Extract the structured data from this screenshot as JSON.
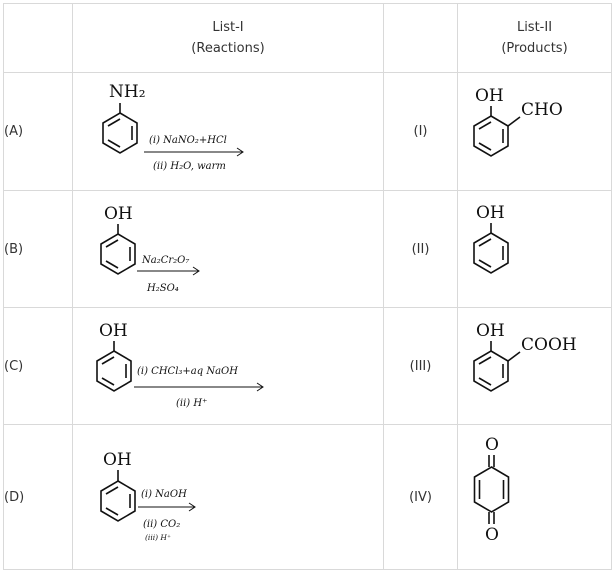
{
  "header": {
    "list1_title": "List-I",
    "list1_sub": "(Reactions)",
    "list2_title": "List-II",
    "list2_sub": "(Products)"
  },
  "rows": [
    {
      "label": "(A)",
      "reactant_group": "NH₂",
      "reagent_top": "(i) NaNO₂+HCl",
      "reagent_bottom": "(ii) H₂O, warm",
      "roman": "(I)",
      "product_group_1": "OH",
      "product_group_2": "CHO"
    },
    {
      "label": "(B)",
      "reactant_group": "OH",
      "reagent_top": "Na₂Cr₂O₇",
      "reagent_bottom": "H₂SO₄",
      "roman": "(II)",
      "product_group_1": "OH"
    },
    {
      "label": "(C)",
      "reactant_group": "OH",
      "reagent_top": "(i) CHCl₃+aq NaOH",
      "reagent_bottom": "(ii) H⁺",
      "roman": "(III)",
      "product_group_1": "OH",
      "product_group_2": "COOH"
    },
    {
      "label": "(D)",
      "reactant_group": "OH",
      "reagent_top": "(i) NaOH",
      "reagent_bottom": "(ii) CO₂",
      "reagent_extra": "(iii) H⁺",
      "roman": "(IV)",
      "product_group_1": "O",
      "product_group_2": "O"
    }
  ]
}
